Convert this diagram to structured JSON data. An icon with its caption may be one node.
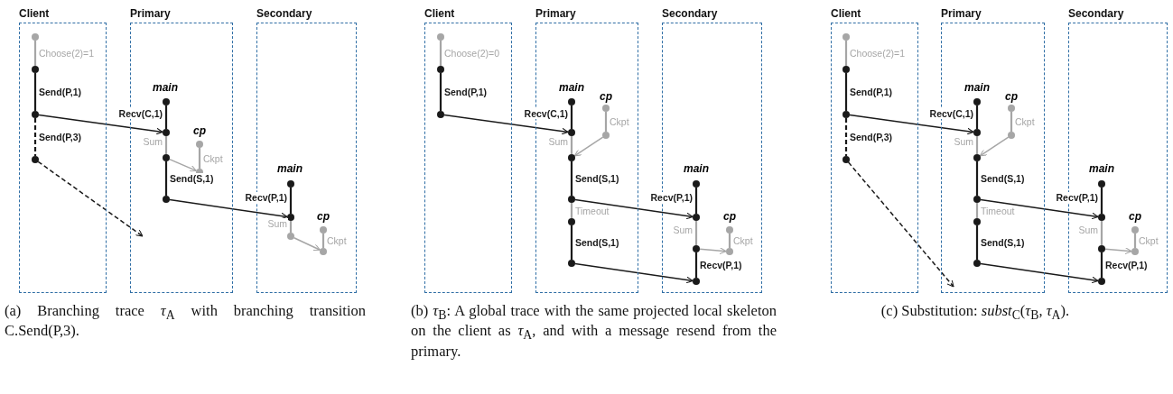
{
  "diagram": {
    "nodes": [
      {
        "text": [
          "Client"
        ]
      },
      {
        "text": [],
        "shape": "circle",
        "in": 0
      },
      {
        "text": [],
        "shape": "circle",
        "in": 0
      },
      {
        "text": [],
        "shape": "circle",
        "in": 0
      },
      {
        "text": [],
        "shape": "circle",
        "in": 0
      },
      {
        "text": [
          "Primary"
        ]
      },
      {
        "text": [],
        "shape": "circle",
        "in": 5
      },
      {
        "text": [],
        "shape": "circle",
        "in": 5
      },
      {
        "text": [],
        "shape": "circle",
        "in": 5
      },
      {
        "text": [],
        "shape": "circle",
        "in": 5
      },
      {
        "text": [],
        "shape": "circle",
        "in": 5
      },
      {
        "text": [],
        "shape": "circle",
        "in": 5
      },
      {
        "text": [
          "Secondary"
        ]
      },
      {
        "text": [],
        "shape": "circle",
        "in": 12
      },
      {
        "text": [],
        "shape": "circle",
        "in": 12
      },
      {
        "text": [],
        "shape": "circle",
        "in": 12
      },
      {
        "text": [],
        "shape": "circle",
        "in": 12
      },
      {
        "text": [],
        "shape": "circle",
        "in": 12
      },
      {
        "text": [
          "Client"
        ]
      },
      {
        "text": [],
        "shape": "circle",
        "in": 18
      },
      {
        "text": [],
        "shape": "circle",
        "in": 18
      },
      {
        "text": [],
        "shape": "circle",
        "in": 18
      },
      {
        "text": [
          "Primary"
        ]
      },
      {
        "text": [],
        "shape": "circle",
        "in": 22
      },
      {
        "text": [],
        "shape": "circle",
        "in": 22
      },
      {
        "text": [],
        "shape": "circle",
        "in": 22
      },
      {
        "text": [],
        "shape": "circle",
        "in": 22
      },
      {
        "text": [],
        "shape": "circle",
        "in": 22
      },
      {
        "text": [],
        "shape": "circle",
        "in": 22
      },
      {
        "text": [],
        "shape": "circle",
        "in": 22
      },
      {
        "text": [],
        "shape": "circle",
        "in": 22
      },
      {
        "text": [
          "Secondary"
        ]
      },
      {
        "text": [],
        "shape": "circle",
        "in": 31
      },
      {
        "text": [],
        "shape": "circle",
        "in": 31
      },
      {
        "text": [],
        "shape": "circle",
        "in": 31
      },
      {
        "text": [],
        "shape": "circle",
        "in": 31
      },
      {
        "text": [],
        "shape": "circle",
        "in": 31
      },
      {
        "text": [],
        "shape": "circle",
        "in": 31
      },
      {
        "text": [
          "Client"
        ]
      },
      {
        "text": [],
        "shape": "circle",
        "in": 38
      },
      {
        "text": [],
        "shape": "circle",
        "in": 38
      },
      {
        "text": [],
        "shape": "circle",
        "in": 38
      },
      {
        "text": [],
        "shape": "circle",
        "in": 38
      },
      {
        "text": [
          "Primary"
        ]
      },
      {
        "text": [],
        "shape": "circle",
        "in": 43
      },
      {
        "text": [],
        "shape": "circle",
        "in": 43
      },
      {
        "text": [],
        "shape": "circle",
        "in": 43
      },
      {
        "text": [],
        "shape": "circle",
        "in": 43
      },
      {
        "text": [],
        "shape": "circle",
        "in": 43
      },
      {
        "text": [],
        "shape": "circle",
        "in": 43
      },
      {
        "text": [],
        "shape": "circle",
        "in": 43
      },
      {
        "text": [],
        "shape": "circle",
        "in": 43
      },
      {
        "text": [
          "Secondary"
        ]
      },
      {
        "text": [],
        "shape": "circle",
        "in": 52
      },
      {
        "text": [],
        "shape": "circle",
        "in": 52
      },
      {
        "text": [],
        "shape": "circle",
        "in": 52
      },
      {
        "text": [],
        "shape": "circle",
        "in": 52
      },
      {
        "text": [],
        "shape": "circle",
        "in": 52
      },
      {
        "text": [],
        "shape": "circle",
        "in": 52
      }
    ],
    "edges": [
      {
        "from": 1,
        "to": 2,
        "arrow": "none",
        "label": "Choose(2)=1",
        "color": "#a6a6a6"
      },
      {
        "from": 2,
        "to": 3,
        "arrow": "none",
        "label": "Send(P,1)"
      },
      {
        "from": 3,
        "to": 4,
        "arrow": "none",
        "label": "Send(P,3)",
        "style": "dashed"
      },
      {
        "from": 3,
        "to": 7,
        "arrow": "to"
      },
      {
        "from": 4,
        "to": 5,
        "arrow": "to",
        "style": "dashed"
      },
      {
        "from": 6,
        "to": 7,
        "arrow": "none",
        "label": "Recv(C,1)"
      },
      {
        "from": 7,
        "to": 8,
        "arrow": "none",
        "label": "Sum",
        "color": "#a6a6a6"
      },
      {
        "from": 8,
        "to": 9,
        "arrow": "none",
        "label": "Send(S,1)"
      },
      {
        "from": 10,
        "to": 11,
        "arrow": "none",
        "label": "Ckpt",
        "color": "#a6a6a6"
      },
      {
        "from": 8,
        "to": 11,
        "arrow": "to",
        "color": "#a6a6a6"
      },
      {
        "from": 9,
        "to": 14,
        "arrow": "to"
      },
      {
        "from": 13,
        "to": 14,
        "arrow": "none",
        "label": "Recv(P,1)"
      },
      {
        "from": 14,
        "to": 15,
        "arrow": "none",
        "label": "Sum",
        "color": "#a6a6a6"
      },
      {
        "from": 16,
        "to": 17,
        "arrow": "none",
        "label": "Ckpt",
        "color": "#a6a6a6"
      },
      {
        "from": 15,
        "to": 17,
        "arrow": "to",
        "color": "#a6a6a6"
      },
      {
        "from": 19,
        "to": 20,
        "arrow": "none",
        "label": "Choose(2)=0",
        "color": "#a6a6a6"
      },
      {
        "from": 20,
        "to": 21,
        "arrow": "none",
        "label": "Send(P,1)"
      },
      {
        "from": 21,
        "to": 24,
        "arrow": "to"
      },
      {
        "from": 23,
        "to": 24,
        "arrow": "none",
        "label": "Recv(C,1)"
      },
      {
        "from": 24,
        "to": 25,
        "arrow": "none",
        "label": "Sum",
        "color": "#a6a6a6"
      },
      {
        "from": 25,
        "to": 26,
        "arrow": "none",
        "label": "Send(S,1)"
      },
      {
        "from": 26,
        "to": 27,
        "arrow": "none",
        "label": "Timeout",
        "color": "#a6a6a6"
      },
      {
        "from": 27,
        "to": 28,
        "arrow": "none",
        "label": "Send(S,1)"
      },
      {
        "from": 29,
        "to": 30,
        "arrow": "none",
        "label": "Ckpt",
        "color": "#a6a6a6"
      },
      {
        "from": 30,
        "to": 25,
        "arrow": "to",
        "color": "#a6a6a6"
      },
      {
        "from": 26,
        "to": 33,
        "arrow": "to"
      },
      {
        "from": 28,
        "to": 35,
        "arrow": "to"
      },
      {
        "from": 32,
        "to": 33,
        "arrow": "none",
        "label": "Recv(P,1)"
      },
      {
        "from": 33,
        "to": 34,
        "arrow": "none",
        "label": "Sum",
        "color": "#a6a6a6"
      },
      {
        "from": 34,
        "to": 35,
        "arrow": "none",
        "label": "Recv(P,1)"
      },
      {
        "from": 36,
        "to": 37,
        "arrow": "none",
        "label": "Ckpt",
        "color": "#a6a6a6"
      },
      {
        "from": 34,
        "to": 37,
        "arrow": "to",
        "color": "#a6a6a6"
      },
      {
        "from": 39,
        "to": 40,
        "arrow": "none",
        "label": "Choose(2)=1",
        "color": "#a6a6a6"
      },
      {
        "from": 40,
        "to": 41,
        "arrow": "none",
        "label": "Send(P,1)"
      },
      {
        "from": 41,
        "to": 42,
        "arrow": "none",
        "label": "Send(P,3)",
        "style": "dashed"
      },
      {
        "from": 41,
        "to": 45,
        "arrow": "to"
      },
      {
        "from": 42,
        "to": 43,
        "arrow": "to",
        "style": "dashed"
      },
      {
        "from": 44,
        "to": 45,
        "arrow": "none",
        "label": "Recv(C,1)"
      },
      {
        "from": 45,
        "to": 46,
        "arrow": "none",
        "label": "Sum",
        "color": "#a6a6a6"
      },
      {
        "from": 46,
        "to": 47,
        "arrow": "none",
        "label": "Send(S,1)"
      },
      {
        "from": 47,
        "to": 48,
        "arrow": "none",
        "label": "Timeout",
        "color": "#a6a6a6"
      },
      {
        "from": 48,
        "to": 49,
        "arrow": "none",
        "label": "Send(S,1)"
      },
      {
        "from": 50,
        "to": 51,
        "arrow": "none",
        "label": "Ckpt",
        "color": "#a6a6a6"
      },
      {
        "from": 51,
        "to": 46,
        "arrow": "to",
        "color": "#a6a6a6"
      },
      {
        "from": 47,
        "to": 54,
        "arrow": "to"
      },
      {
        "from": 49,
        "to": 56,
        "arrow": "to"
      },
      {
        "from": 53,
        "to": 54,
        "arrow": "none",
        "label": "Recv(P,1)"
      },
      {
        "from": 54,
        "to": 55,
        "arrow": "none",
        "label": "Sum",
        "color": "#a6a6a6"
      },
      {
        "from": 55,
        "to": 56,
        "arrow": "none",
        "label": "Recv(P,1)"
      },
      {
        "from": 57,
        "to": 58,
        "arrow": "none",
        "label": "Ckpt",
        "color": "#a6a6a6"
      },
      {
        "from": 55,
        "to": 58,
        "arrow": "to",
        "color": "#a6a6a6"
      }
    ],
    "labels": [
      "main",
      "cp",
      "main",
      "cp",
      "main",
      "cp",
      "main",
      "cp",
      "main",
      "cp",
      "main",
      "cp",
      "(a) Branching trace *τ*$_{A}$ with branching transition C.Send(P,3).",
      "(b) *τ*$_{B}$: A global trace with the same projected local skeleton on the client as *τ*$_{A}$, and with a message resend from the primary.",
      "(c) Substitution: *subst*$_{C}$(*τ*$_{B}$, *τ*$_{A}$)."
    ]
  }
}
